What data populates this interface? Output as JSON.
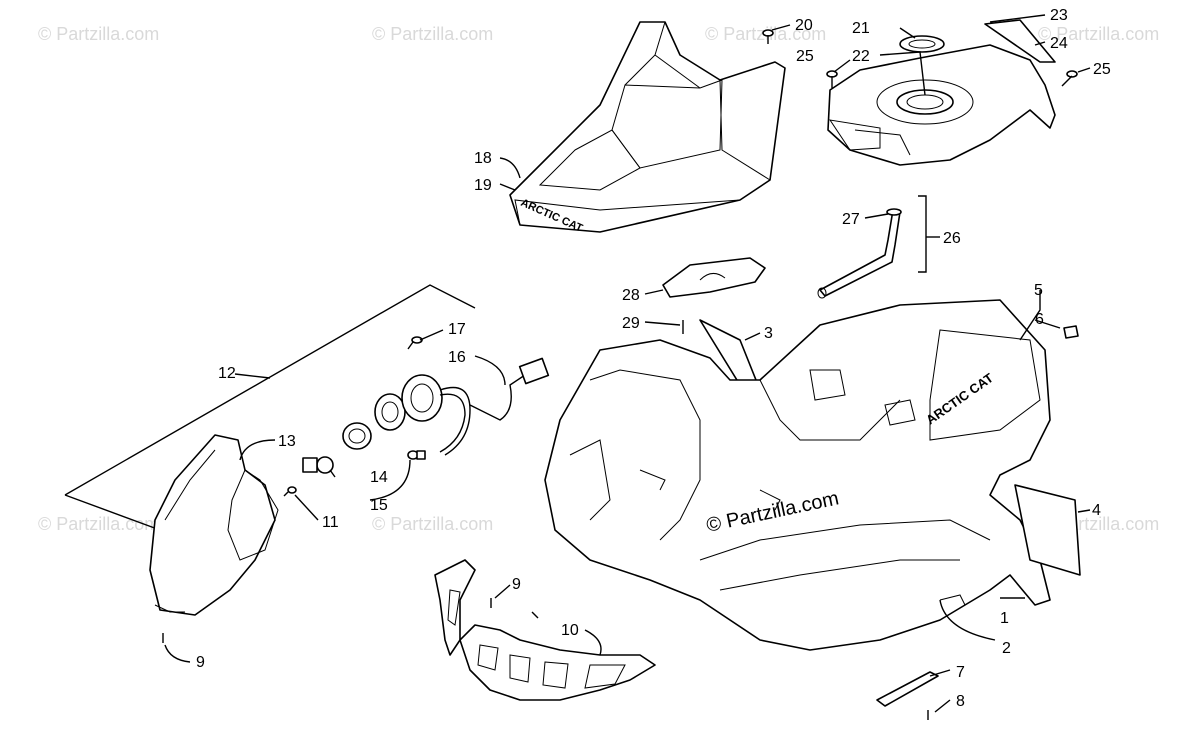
{
  "watermarks": {
    "text": "© Partzilla.com",
    "main_text": "© Partzilla.com"
  },
  "logo_text": "ARCTIC CAT",
  "callouts": {
    "c1": "1",
    "c2": "2",
    "c3": "3",
    "c4": "4",
    "c5": "5",
    "c6": "6",
    "c7": "7",
    "c8": "8",
    "c9a": "9",
    "c9b": "9",
    "c10": "10",
    "c11": "11",
    "c12": "12",
    "c13": "13",
    "c14": "14",
    "c15": "15",
    "c16": "16",
    "c17": "17",
    "c18": "18",
    "c19": "19",
    "c20": "20",
    "c21": "21",
    "c22": "22",
    "c23": "23",
    "c24": "24",
    "c25a": "25",
    "c25b": "25",
    "c26": "26",
    "c27": "27",
    "c28": "28",
    "c29": "29"
  }
}
